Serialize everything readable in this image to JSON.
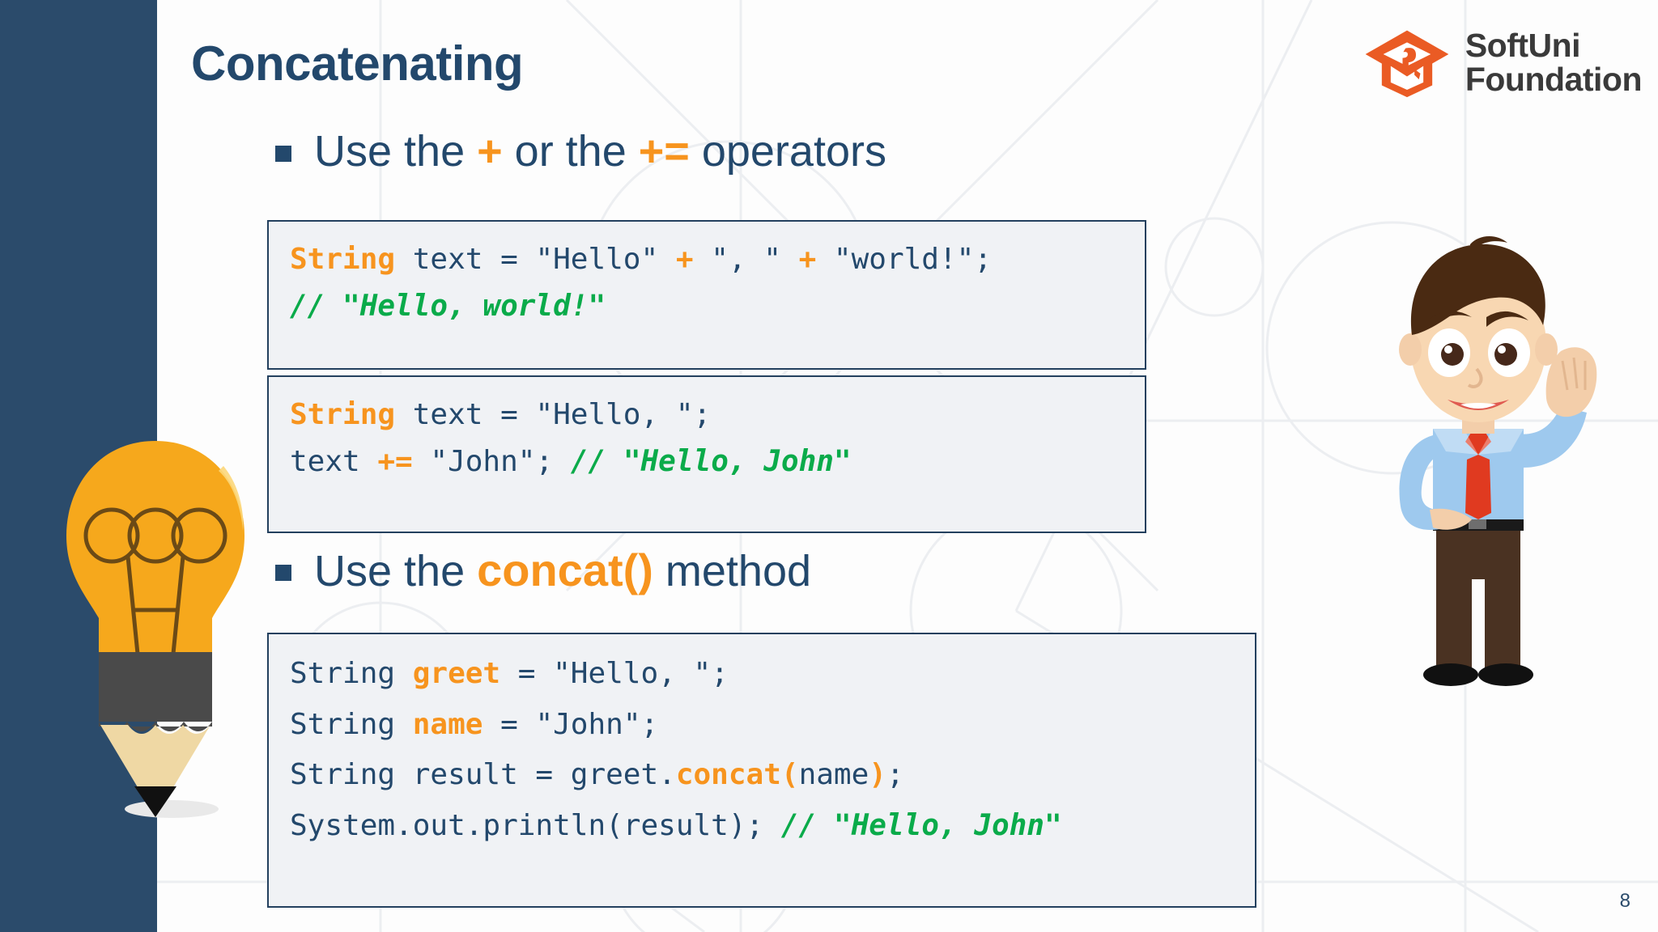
{
  "slide": {
    "title": "Concatenating",
    "page_number": "8",
    "colors": {
      "sidebar": "#2b4b6b",
      "title": "#23486c",
      "accent_orange": "#f7941e",
      "comment_green": "#0aab4a",
      "code_bg": "#f0f2f5",
      "code_border": "#23405e"
    }
  },
  "logo": {
    "line1": "SoftUni",
    "line2": "Foundation",
    "mark": "graduation-cap-icon"
  },
  "bullets": [
    {
      "id": "operators",
      "parts": [
        {
          "text": "Use the ",
          "style": "normal"
        },
        {
          "text": "+",
          "style": "accent"
        },
        {
          "text": " or the ",
          "style": "normal"
        },
        {
          "text": "+=",
          "style": "accent"
        },
        {
          "text": " operators",
          "style": "normal"
        }
      ]
    },
    {
      "id": "concat-method",
      "parts": [
        {
          "text": "Use the ",
          "style": "normal"
        },
        {
          "text": "concat()",
          "style": "accent"
        },
        {
          "text": " method",
          "style": "normal"
        }
      ]
    }
  ],
  "code_blocks": [
    {
      "id": "code-block-1",
      "lines": [
        [
          {
            "t": "String",
            "c": "kw"
          },
          {
            "t": " text = \"Hello\" ",
            "c": "plain"
          },
          {
            "t": "+",
            "c": "op"
          },
          {
            "t": " \", \" ",
            "c": "plain"
          },
          {
            "t": "+",
            "c": "op"
          },
          {
            "t": " \"world!\";",
            "c": "plain"
          }
        ],
        [
          {
            "t": "// \"Hello, world!\"",
            "c": "cm"
          }
        ]
      ]
    },
    {
      "id": "code-block-2",
      "lines": [
        [
          {
            "t": "String",
            "c": "kw"
          },
          {
            "t": " text = \"Hello, \";",
            "c": "plain"
          }
        ],
        [
          {
            "t": "text ",
            "c": "plain"
          },
          {
            "t": "+=",
            "c": "op"
          },
          {
            "t": " \"John\"; ",
            "c": "plain"
          },
          {
            "t": "// \"Hello, John\"",
            "c": "cm"
          }
        ]
      ]
    },
    {
      "id": "code-block-3",
      "lines": [
        [
          {
            "t": "String ",
            "c": "plain"
          },
          {
            "t": "greet",
            "c": "kw"
          },
          {
            "t": " = \"Hello, \";",
            "c": "plain"
          }
        ],
        [
          {
            "t": "String ",
            "c": "plain"
          },
          {
            "t": "name",
            "c": "kw"
          },
          {
            "t": " = \"John\";",
            "c": "plain"
          }
        ],
        [
          {
            "t": "String result = greet.",
            "c": "plain"
          },
          {
            "t": "concat",
            "c": "kw"
          },
          {
            "t": "(",
            "c": "op"
          },
          {
            "t": "name",
            "c": "plain"
          },
          {
            "t": ")",
            "c": "op"
          },
          {
            "t": ";",
            "c": "plain"
          }
        ],
        [
          {
            "t": "System.out.println(result); ",
            "c": "plain"
          },
          {
            "t": "// \"Hello, John\"",
            "c": "cm"
          }
        ]
      ]
    }
  ],
  "decorations": {
    "lightbulb": "lightbulb-pencil-icon",
    "character": "waving-boy-character-icon"
  }
}
